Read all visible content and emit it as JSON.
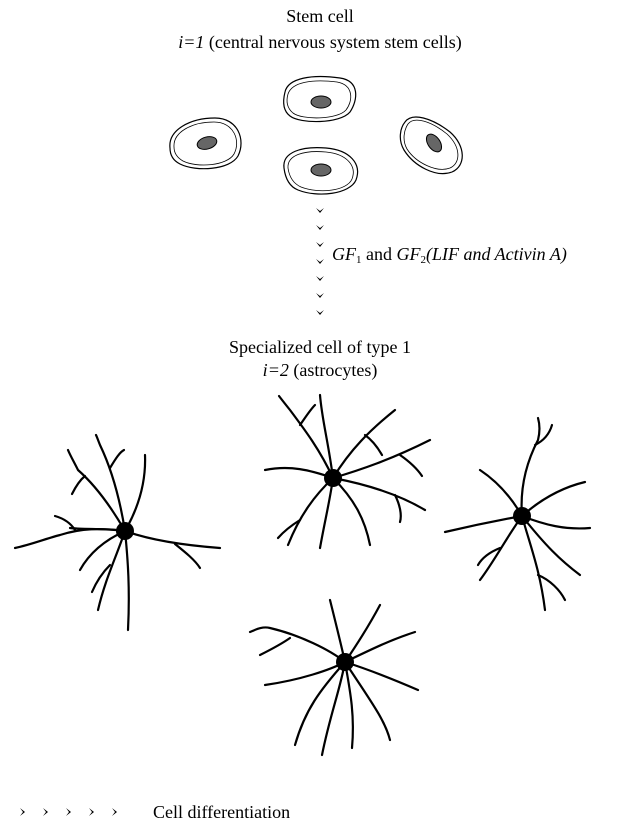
{
  "stem": {
    "title": "Stem cell",
    "index_var": "i",
    "index_val": "1",
    "desc": "(central nervous system stem cells)"
  },
  "factors": {
    "gf": "GF",
    "sub1": "1",
    "and": " and ",
    "sub2": "2",
    "names": "(LIF and Activin A)"
  },
  "specialized": {
    "title": "Specialized cell of type 1",
    "index_var": "i",
    "index_val": "2",
    "desc": "(astrocytes)"
  },
  "legend": {
    "label": "Cell differentiation"
  }
}
